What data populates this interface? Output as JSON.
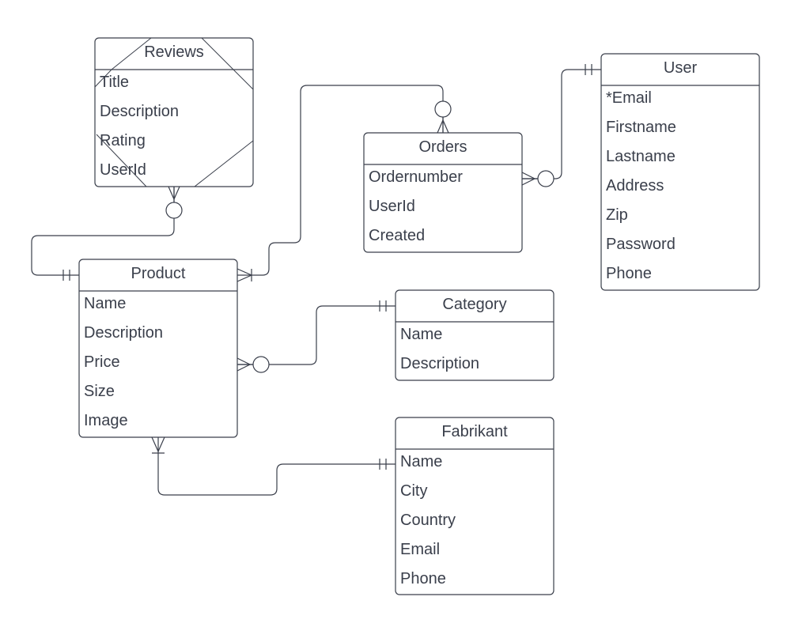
{
  "entities": {
    "reviews": {
      "title": "Reviews",
      "attributes": [
        "Title",
        "Description",
        "Rating",
        "UserId"
      ]
    },
    "orders": {
      "title": "Orders",
      "attributes": [
        "Ordernumber",
        "UserId",
        "Created"
      ]
    },
    "user": {
      "title": "User",
      "attributes": [
        "*Email",
        "Firstname",
        "Lastname",
        "Address",
        "Zip",
        "Password",
        "Phone"
      ]
    },
    "product": {
      "title": "Product",
      "attributes": [
        "Name",
        "Description",
        "Price",
        "Size",
        "Image"
      ]
    },
    "category": {
      "title": "Category",
      "attributes": [
        "Name",
        "Description"
      ]
    },
    "fabrikant": {
      "title": "Fabrikant",
      "attributes": [
        "Name",
        "City",
        "Country",
        "Email",
        "Phone"
      ]
    }
  },
  "relationships": [
    {
      "from": "reviews",
      "from_cardinality": "zero-or-many",
      "to": "product",
      "to_cardinality": "one-and-only-one"
    },
    {
      "from": "orders",
      "from_cardinality": "zero-or-many",
      "to": "product",
      "to_cardinality": "one-or-many"
    },
    {
      "from": "orders",
      "from_cardinality": "zero-or-many",
      "to": "user",
      "to_cardinality": "one-and-only-one"
    },
    {
      "from": "product",
      "from_cardinality": "zero-or-many",
      "to": "category",
      "to_cardinality": "one-and-only-one"
    },
    {
      "from": "product",
      "from_cardinality": "one-or-many",
      "to": "fabrikant",
      "to_cardinality": "one-and-only-one"
    }
  ],
  "colors": {
    "stroke": "#3a3f4b",
    "background": "#ffffff"
  }
}
